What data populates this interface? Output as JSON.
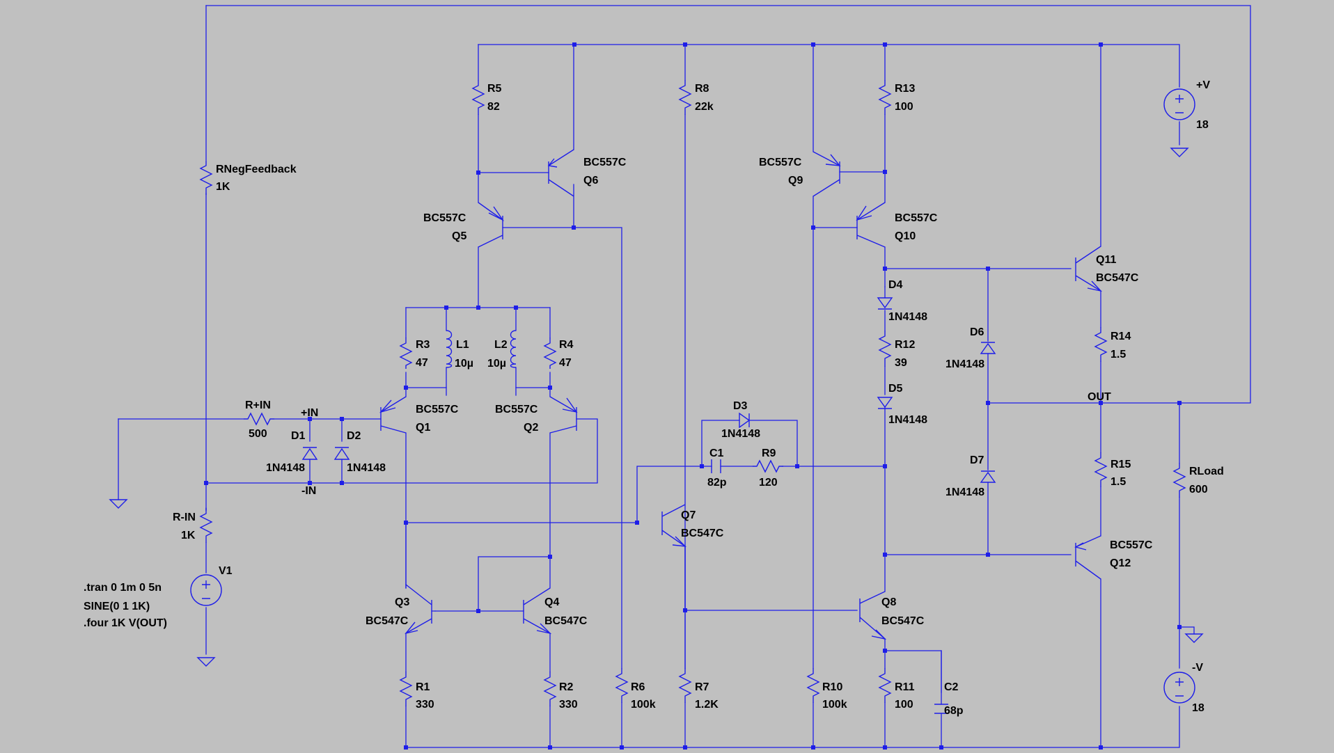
{
  "colors": {
    "background": "#c0c0c0",
    "wire": "#1e1ee8",
    "text": "#000000"
  },
  "components": {
    "r5": {
      "ref": "R5",
      "value": "82"
    },
    "r8": {
      "ref": "R8",
      "value": "22k"
    },
    "r13": {
      "ref": "R13",
      "value": "100"
    },
    "q6": {
      "model": "BC557C",
      "ref": "Q6"
    },
    "q9": {
      "model": "BC557C",
      "ref": "Q9"
    },
    "q5": {
      "model": "BC557C",
      "ref": "Q5"
    },
    "q10": {
      "model": "BC557C",
      "ref": "Q10"
    },
    "vpos": {
      "ref": "+V",
      "value": "18"
    },
    "vneg": {
      "ref": "-V",
      "value": "18"
    },
    "rneg": {
      "ref": "RNegFeedback",
      "value": "1K"
    },
    "r3": {
      "ref": "R3",
      "value": "47"
    },
    "l1": {
      "ref": "L1",
      "value": "10µ"
    },
    "l2": {
      "ref": "L2",
      "value": "10µ"
    },
    "r4": {
      "ref": "R4",
      "value": "47"
    },
    "q11": {
      "ref": "Q11",
      "model": "BC547C"
    },
    "d4": {
      "ref": "D4",
      "model": "1N4148"
    },
    "r12": {
      "ref": "R12",
      "value": "39"
    },
    "d5": {
      "ref": "D5",
      "model": "1N4148"
    },
    "d6": {
      "ref": "D6",
      "model": "1N4148"
    },
    "r14": {
      "ref": "R14",
      "value": "1.5"
    },
    "out": {
      "label": "OUT"
    },
    "rin_plus": {
      "ref": "R+IN",
      "value": "500"
    },
    "in_plus": {
      "label": "+IN"
    },
    "in_minus": {
      "label": "-IN"
    },
    "d1": {
      "ref": "D1",
      "model": "1N4148"
    },
    "d2": {
      "ref": "D2",
      "model": "1N4148"
    },
    "q1": {
      "model": "BC557C",
      "ref": "Q1"
    },
    "q2": {
      "model": "BC557C",
      "ref": "Q2"
    },
    "d3": {
      "ref": "D3",
      "model": "1N4148"
    },
    "c1": {
      "ref": "C1",
      "value": "82p"
    },
    "r9": {
      "ref": "R9",
      "value": "120"
    },
    "d7": {
      "ref": "D7",
      "model": "1N4148"
    },
    "r15": {
      "ref": "R15",
      "value": "1.5"
    },
    "rload": {
      "ref": "RLoad",
      "value": "600"
    },
    "r_in": {
      "ref": "R-IN",
      "value": "1K"
    },
    "q7": {
      "ref": "Q7",
      "model": "BC547C"
    },
    "q12": {
      "model": "BC557C",
      "ref": "Q12"
    },
    "v1": {
      "ref": "V1"
    },
    "q3": {
      "ref": "Q3",
      "model": "BC547C"
    },
    "q4": {
      "ref": "Q4",
      "model": "BC547C"
    },
    "q8": {
      "ref": "Q8",
      "model": "BC547C"
    },
    "r1": {
      "ref": "R1",
      "value": "330"
    },
    "r2": {
      "ref": "R2",
      "value": "330"
    },
    "r6": {
      "ref": "R6",
      "value": "100k"
    },
    "r7": {
      "ref": "R7",
      "value": "1.2K"
    },
    "r10": {
      "ref": "R10",
      "value": "100k"
    },
    "r11": {
      "ref": "R11",
      "value": "100"
    },
    "c2": {
      "ref": "C2",
      "value": "68p"
    }
  },
  "directives": [
    ".tran 0 1m 0 5n",
    "SINE(0 1 1K)",
    ".four 1K V(OUT)"
  ]
}
